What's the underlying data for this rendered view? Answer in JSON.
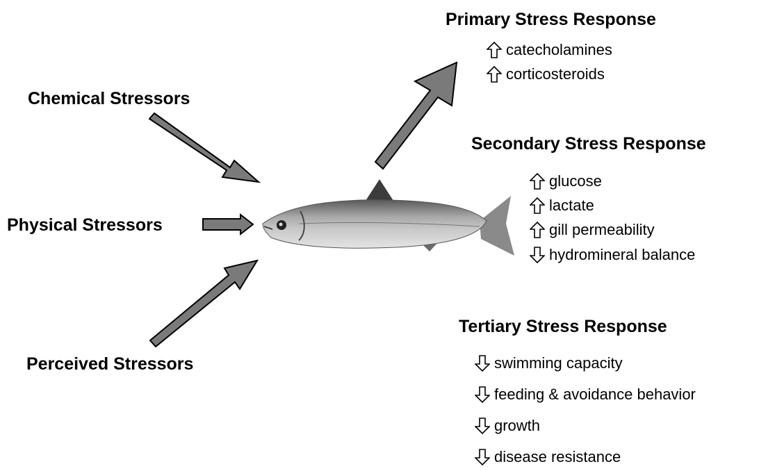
{
  "stressors": {
    "chemical": "Chemical Stressors",
    "physical": "Physical Stressors",
    "perceived": "Perceived Stressors"
  },
  "responses": {
    "primary": {
      "title": "Primary Stress Response",
      "items": [
        {
          "text": "catecholamines",
          "direction": "up"
        },
        {
          "text": "corticosteroids",
          "direction": "up"
        }
      ]
    },
    "secondary": {
      "title": "Secondary Stress Response",
      "items": [
        {
          "text": "glucose",
          "direction": "up"
        },
        {
          "text": "lactate",
          "direction": "up"
        },
        {
          "text": "gill permeability",
          "direction": "up"
        },
        {
          "text": "hydromineral balance",
          "direction": "down"
        }
      ]
    },
    "tertiary": {
      "title": "Tertiary Stress Response",
      "items": [
        {
          "text": "swimming capacity",
          "direction": "down"
        },
        {
          "text": "feeding & avoidance behavior",
          "direction": "down"
        },
        {
          "text": "growth",
          "direction": "down"
        },
        {
          "text": "disease resistance",
          "direction": "down"
        }
      ]
    }
  },
  "colors": {
    "arrow_fill": "#7a7a7a",
    "arrow_stroke": "#000000",
    "fish_body": "#9c9c9c"
  },
  "icons": {
    "up": "up-arrow-icon",
    "down": "down-arrow-icon",
    "subject": "fish-image"
  }
}
